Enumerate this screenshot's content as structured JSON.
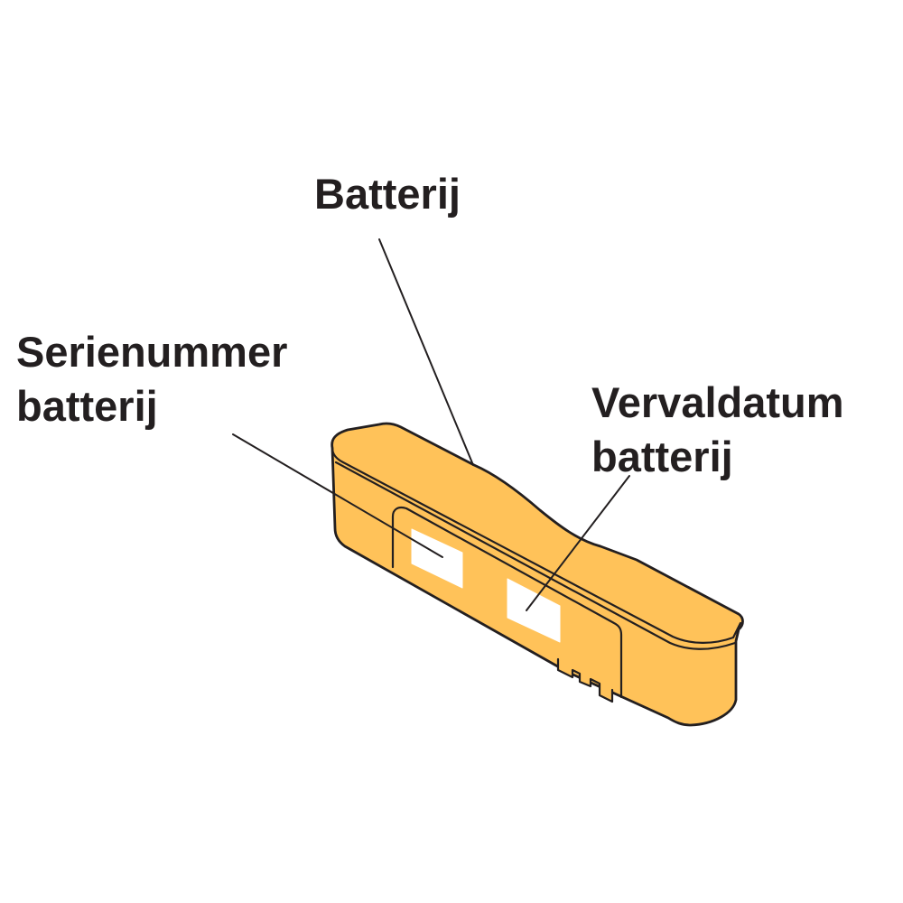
{
  "labels": {
    "battery": [
      "Batterij"
    ],
    "serial": [
      "Serienummer",
      "batterij"
    ],
    "expiry": [
      "Vervaldatum",
      "batterij"
    ]
  },
  "colors": {
    "battery_fill": "#ffc259",
    "outline": "#231f20",
    "sticker": "#ffffff",
    "text": "#231f20"
  }
}
